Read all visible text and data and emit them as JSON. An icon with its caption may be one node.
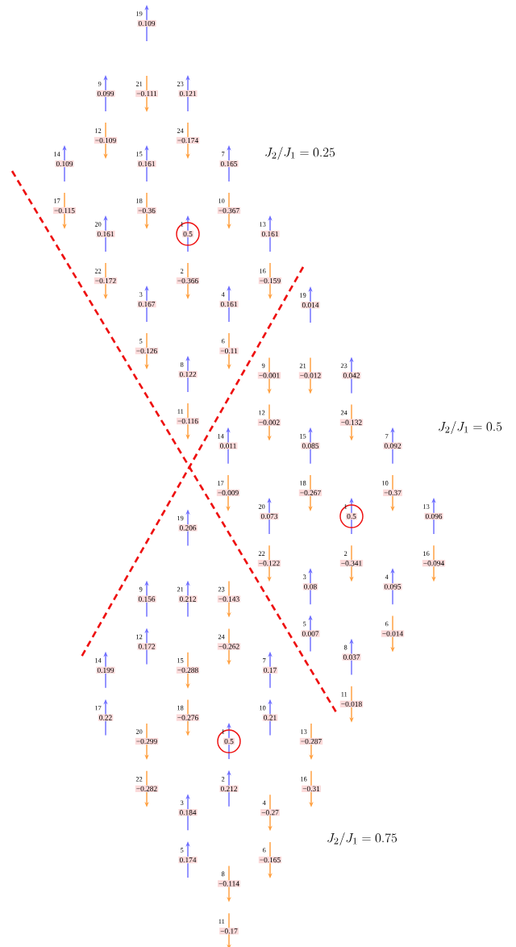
{
  "diagram": {
    "nodes": [
      {
        "text": [
          "0.109"
        ],
        "beside": [
          "19"
        ]
      },
      {
        "text": [
          "−0.111"
        ],
        "beside": [
          "21"
        ]
      },
      {
        "text": [
          "0.099"
        ],
        "beside": [
          "9"
        ]
      },
      {
        "text": [
          "0.121"
        ],
        "beside": [
          "23"
        ]
      },
      {
        "text": [
          "−0.109"
        ],
        "beside": [
          "12"
        ]
      },
      {
        "text": [
          "−0.174"
        ],
        "beside": [
          "24"
        ]
      },
      {
        "text": [
          "0.109"
        ],
        "beside": [
          "14"
        ]
      },
      {
        "text": [
          "0.161"
        ],
        "beside": [
          "15"
        ]
      },
      {
        "text": [
          "0.165"
        ],
        "beside": [
          "7"
        ]
      },
      {
        "text": [
          "−0.115"
        ],
        "beside": [
          "17"
        ]
      },
      {
        "text": [
          "−0.36"
        ],
        "beside": [
          "18"
        ]
      },
      {
        "text": [
          "−0.367"
        ],
        "beside": [
          "10"
        ]
      },
      {
        "text": [
          "0.161"
        ],
        "beside": [
          "20"
        ]
      },
      {
        "text": [
          "0.5"
        ],
        "beside": [
          "1"
        ]
      },
      {
        "text": [
          "0.161"
        ],
        "beside": [
          "13"
        ]
      },
      {
        "text": [
          "−0.172"
        ],
        "beside": [
          "22"
        ]
      },
      {
        "text": [
          "−0.366"
        ],
        "beside": [
          "2"
        ]
      },
      {
        "text": [
          "−0.159"
        ],
        "beside": [
          "16"
        ]
      },
      {
        "text": [
          "0.167"
        ],
        "beside": [
          "3"
        ]
      },
      {
        "text": [
          "0.161"
        ],
        "beside": [
          "4"
        ]
      },
      {
        "text": [
          "−0.126"
        ],
        "beside": [
          "5"
        ]
      },
      {
        "text": [
          "−0.11"
        ],
        "beside": [
          "6"
        ]
      },
      {
        "text": [
          "0.122"
        ],
        "beside": [
          "8"
        ]
      },
      {
        "text": [
          "−0.116"
        ],
        "beside": [
          "11"
        ]
      },
      {
        "text": [
          "0.014"
        ],
        "beside": [
          "19"
        ]
      },
      {
        "text": [
          "−0.012"
        ],
        "beside": [
          "21"
        ]
      },
      {
        "text": [
          "−0.001"
        ],
        "beside": [
          "9"
        ]
      },
      {
        "text": [
          "0.042"
        ],
        "beside": [
          "23"
        ]
      },
      {
        "text": [
          "−0.002"
        ],
        "beside": [
          "12"
        ]
      },
      {
        "text": [
          "−0.132"
        ],
        "beside": [
          "24"
        ]
      },
      {
        "text": [
          "0.011"
        ],
        "beside": [
          "14"
        ]
      },
      {
        "text": [
          "0.085"
        ],
        "beside": [
          "15"
        ]
      },
      {
        "text": [
          "0.092"
        ],
        "beside": [
          "7"
        ]
      },
      {
        "text": [
          "−0.009"
        ],
        "beside": [
          "17"
        ]
      },
      {
        "text": [
          "−0.267"
        ],
        "beside": [
          "18"
        ]
      },
      {
        "text": [
          "−0.37"
        ],
        "beside": [
          "10"
        ]
      },
      {
        "text": [
          "0.073"
        ],
        "beside": [
          "20"
        ]
      },
      {
        "text": [
          "0.5"
        ],
        "beside": [
          "1"
        ]
      },
      {
        "text": [
          "0.096"
        ],
        "beside": [
          "13"
        ]
      },
      {
        "text": [
          "−0.122"
        ],
        "beside": [
          "22"
        ]
      },
      {
        "text": [
          "−0.341"
        ],
        "beside": [
          "2"
        ]
      },
      {
        "text": [
          "−0.094"
        ],
        "beside": [
          "16"
        ]
      },
      {
        "text": [
          "0.08"
        ],
        "beside": [
          "3"
        ]
      },
      {
        "text": [
          "0.095"
        ],
        "beside": [
          "4"
        ]
      },
      {
        "text": [
          "0.007"
        ],
        "beside": [
          "5"
        ]
      },
      {
        "text": [
          "−0.014"
        ],
        "beside": [
          "6"
        ]
      },
      {
        "text": [
          "0.037"
        ],
        "beside": [
          "8"
        ]
      },
      {
        "text": [
          "−0.018"
        ],
        "beside": [
          "11"
        ]
      },
      {
        "text": [
          "0.206"
        ],
        "beside": [
          "19"
        ]
      },
      {
        "text": [
          "0.212"
        ],
        "beside": [
          "21"
        ]
      },
      {
        "text": [
          "0.156"
        ],
        "beside": [
          "9"
        ]
      },
      {
        "text": [
          "−0.143"
        ],
        "beside": [
          "23"
        ]
      },
      {
        "text": [
          "0.172"
        ],
        "beside": [
          "12"
        ]
      },
      {
        "text": [
          "−0.262"
        ],
        "beside": [
          "24"
        ]
      },
      {
        "text": [
          "0.199"
        ],
        "beside": [
          "14"
        ]
      },
      {
        "text": [
          "−0.288"
        ],
        "beside": [
          "15"
        ]
      },
      {
        "text": [
          "0.17"
        ],
        "beside": [
          "7"
        ]
      },
      {
        "text": [
          "0.22"
        ],
        "beside": [
          "17"
        ]
      },
      {
        "text": [
          "−0.276"
        ],
        "beside": [
          "18"
        ]
      },
      {
        "text": [
          "0.21"
        ],
        "beside": [
          "10"
        ]
      },
      {
        "text": [
          "−0.299"
        ],
        "beside": [
          "20"
        ]
      },
      {
        "text": [
          "0.5"
        ],
        "beside": [
          "1"
        ]
      },
      {
        "text": [
          "−0.287"
        ],
        "beside": [
          "13"
        ]
      },
      {
        "text": [
          "−0.282"
        ],
        "beside": [
          "22"
        ]
      },
      {
        "text": [
          "0.212"
        ],
        "beside": [
          "2"
        ]
      },
      {
        "text": [
          "−0.31"
        ],
        "beside": [
          "16"
        ]
      },
      {
        "text": [
          "0.184"
        ],
        "beside": [
          "3"
        ]
      },
      {
        "text": [
          "−0.27"
        ],
        "beside": [
          "4"
        ]
      },
      {
        "text": [
          "0.174"
        ],
        "beside": [
          "5"
        ]
      },
      {
        "text": [
          "−0.165"
        ],
        "beside": [
          "6"
        ]
      },
      {
        "text": [
          "−0.114"
        ],
        "beside": [
          "8"
        ]
      },
      {
        "text": [
          "−0.17"
        ],
        "beside": [
          "11"
        ]
      }
    ],
    "labels": [
      "J_2/J_1 = 0.25",
      "J_2/J_1 = 0.5",
      "J_2/J_1 = 0.75"
    ]
  }
}
